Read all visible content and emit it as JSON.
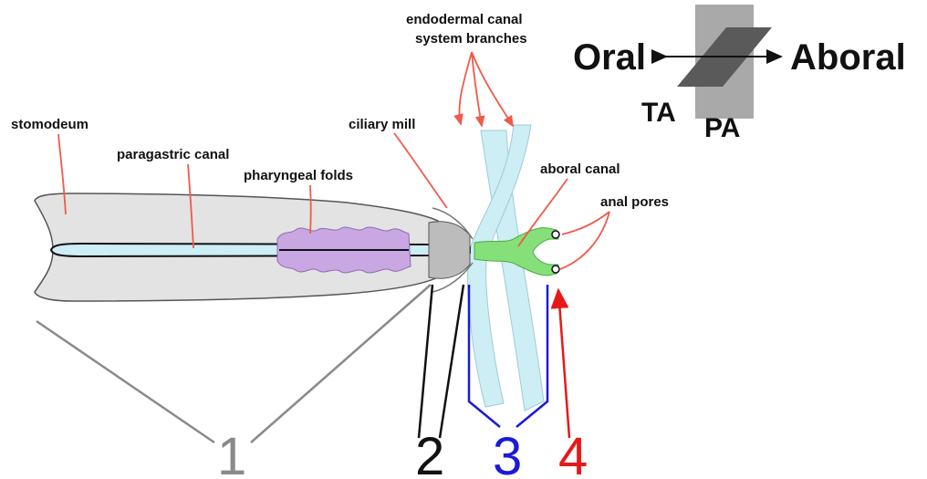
{
  "labels": {
    "stomodeum": "stomodeum",
    "paragastric_canal": "paragastric canal",
    "pharyngeal_folds": "pharyngeal folds",
    "ciliary_mill": "ciliary mill",
    "endodermal_line1": "endodermal canal",
    "endodermal_line2": "system branches",
    "aboral_canal": "aboral canal",
    "anal_pores": "anal pores"
  },
  "orientation": {
    "oral": "Oral",
    "aboral": "Aboral",
    "ta": "TA",
    "pa": "PA"
  },
  "regions": [
    {
      "label": "1",
      "color": "#8a8a8a"
    },
    {
      "label": "2",
      "color": "#111111"
    },
    {
      "label": "3",
      "color": "#1a1adb"
    },
    {
      "label": "4",
      "color": "#e81818"
    }
  ],
  "colors": {
    "body": "#e3e3e3",
    "canal": "#cdeef5",
    "pharynx": "#c9a7e3",
    "aboral_canal": "#86e07a",
    "pointer": "#f05a4a"
  }
}
